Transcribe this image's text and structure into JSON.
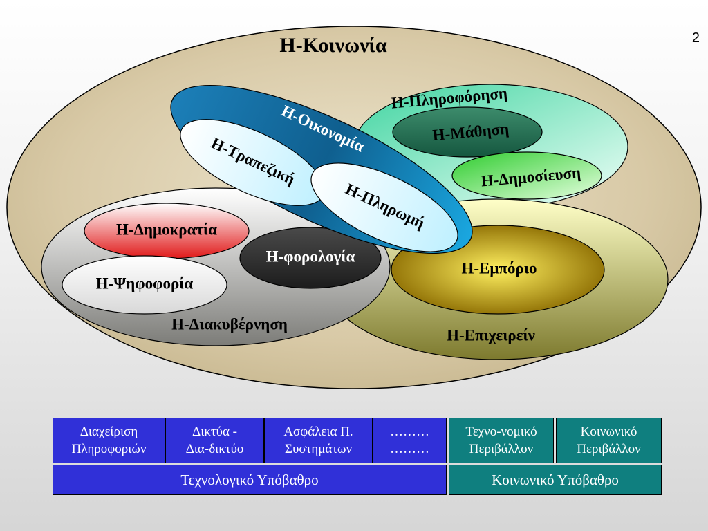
{
  "slide_number": "2",
  "diagram": {
    "society": "Η-Κοινωνία",
    "information": "Η-Πληροφόρηση",
    "learning": "Η-Μάθηση",
    "publishing": "Η-Δημοσίευση",
    "economy": "Η-Οικονομία",
    "banking": "Η-Τραπεζική",
    "payment": "Η-Πληρωμή",
    "democracy": "Η-Δημοκρατία",
    "taxation": "Η-φορολογία",
    "voting": "Η-Ψηφοφορία",
    "governance": "Η-Διακυβέρνηση",
    "commerce": "Η-Εμπόριο",
    "business": "Η-Επιχειρείν"
  },
  "table": {
    "info_mgmt": [
      "Διαχείριση",
      "Πληροφοριών"
    ],
    "networks": [
      "Δικτύα -",
      "Δια-δικτύο"
    ],
    "security": [
      "Ασφάλεια Π.",
      "Συστημάτων"
    ],
    "dots": [
      "………",
      "………"
    ],
    "techno_legal": [
      "Τεχνο-νομικό",
      "Περιβάλλον"
    ],
    "social_env": [
      "Κοινωνικό",
      "Περιβάλλον"
    ],
    "tech_infra": "Τεχνολογικό Υπόβαθρο",
    "social_infra": "Κοινωνικό Υπόβαθρο"
  },
  "colors": {
    "society": "#d8c9a6",
    "information": "#4fdcb0",
    "learning": "#1f6f52",
    "publishing": "#3ad83a",
    "economy": "#1a96cc",
    "inner_light": "#e8fbff",
    "governance": "#9a9a94",
    "democracy": "#e83a3a",
    "taxation": "#333333",
    "voting": "#f4f4f4",
    "business": "#a9a34a",
    "commerce": "#b8900a",
    "tech_infra": "#3030d8",
    "social_infra": "#0f7f7f"
  }
}
